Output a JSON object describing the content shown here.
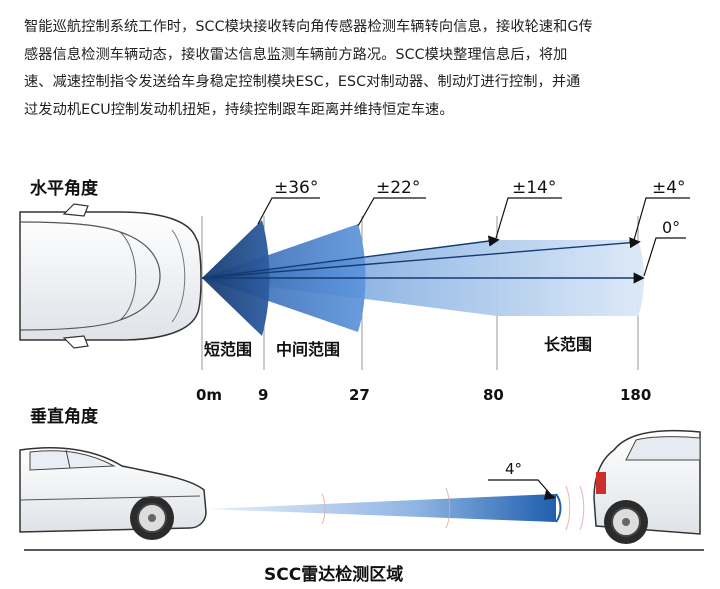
{
  "intro": {
    "lines": [
      "智能巡航控制系统工作时，SCC模块接收转向角传感器检测车辆转向信息，接收轮速和G传",
      "感器信息检测车辆动态，接收雷达信息监测车辆前方路况。SCC模块整理信息后，将加",
      "速、减速控制指令发送给车身稳定控制模块ESC，ESC对制动器、制动灯进行控制，并通",
      "过发动机ECU控制发动机扭矩，持续控制跟车距离并维持恒定车速。"
    ]
  },
  "horizontal": {
    "heading": "水平角度",
    "angles": {
      "a36": "±36°",
      "a22": "±22°",
      "a14": "±14°",
      "a4": "±4°",
      "a0": "0°"
    },
    "ranges": {
      "short": "短范围",
      "mid": "中间范围",
      "long": "长范围"
    },
    "distances": [
      "0m",
      "9",
      "27",
      "80",
      "180"
    ]
  },
  "vertical": {
    "heading": "垂直角度",
    "angle": "4°"
  },
  "caption": "SCC雷达检测区域",
  "colors": {
    "short_beam": "#1f4a8a",
    "mid_beam": "#3f79c6",
    "long_beam": "#bcd3ee",
    "vertical_beam": "#2f6fbd"
  }
}
